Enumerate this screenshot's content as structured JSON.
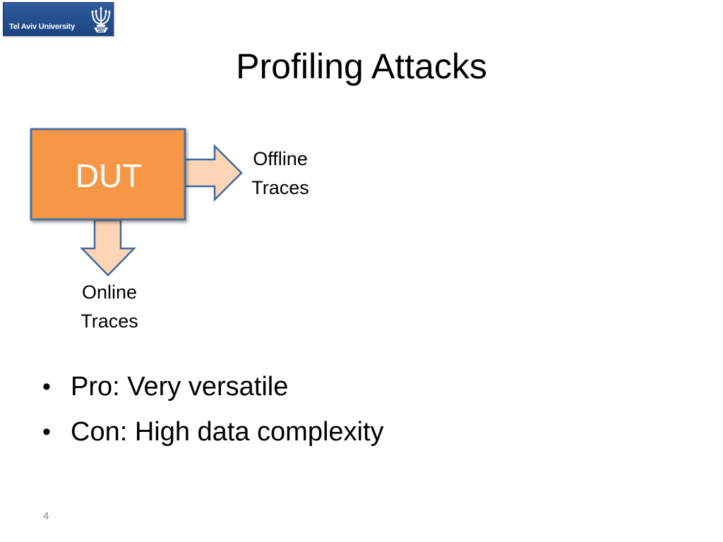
{
  "logo": {
    "text": "Tel Aviv University"
  },
  "slide": {
    "title": "Profiling Attacks",
    "page_number": "4"
  },
  "diagram": {
    "box_label": "DUT",
    "right_output": {
      "line1": "Offline",
      "line2": "Traces"
    },
    "down_output": {
      "line1": "Online",
      "line2": "Traces"
    },
    "colors": {
      "box_fill": "#f79646",
      "box_border": "#4a6fa0",
      "arrow_fill": "#fbd5b5",
      "arrow_border": "#41689b"
    }
  },
  "bullets": [
    {
      "text": "Pro: Very versatile"
    },
    {
      "text": "Con: High data complexity"
    }
  ]
}
